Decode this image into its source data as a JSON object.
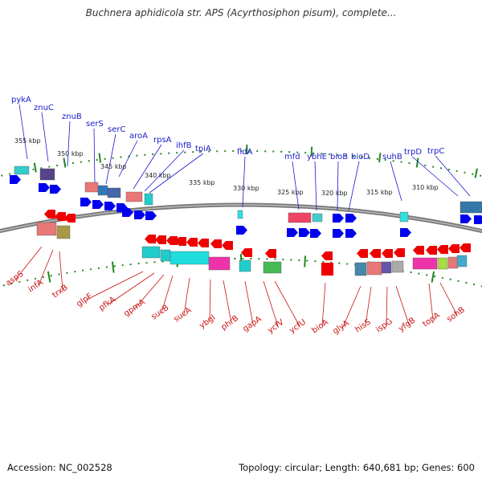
{
  "title": "Buchnera aphidicola str. APS (Acyrthosiphon pisum), complete...",
  "accession": "Accession: NC_002528",
  "summary": "Topology: circular; Length: 640,681 bp; Genes: 600",
  "colors": {
    "forward_label": "#1a1acc",
    "reverse_label": "#cc1111",
    "forward_gene": "#0000ee",
    "reverse_gene": "#ee0000",
    "backbone": "#888888",
    "tick": "#228822"
  },
  "kbp_labels": [
    "355 kbp",
    "350 kbp",
    "345 kbp",
    "340 kbp",
    "335 kbp",
    "330 kbp",
    "325 kbp",
    "320 kbp",
    "315 kbp",
    "310 kbp"
  ],
  "top_genes": [
    "pykA",
    "znuC",
    "znuB",
    "serS",
    "serC",
    "aroA",
    "rpsA",
    "ihfB",
    "tpiA",
    "fldA",
    "mfd",
    "ybhE",
    "bioB",
    "bioD",
    "suhB",
    "trpD",
    "trpC"
  ],
  "bottom_genes": [
    "aspS",
    "infA",
    "trxB",
    "glpF",
    "pfkA",
    "gpmA",
    "sucB",
    "sucA",
    "ybgI",
    "phrB",
    "gapA",
    "ycfV",
    "ycfU",
    "bioA",
    "glyA",
    "hisS",
    "ispG",
    "yfgB",
    "topA",
    "sohB"
  ]
}
